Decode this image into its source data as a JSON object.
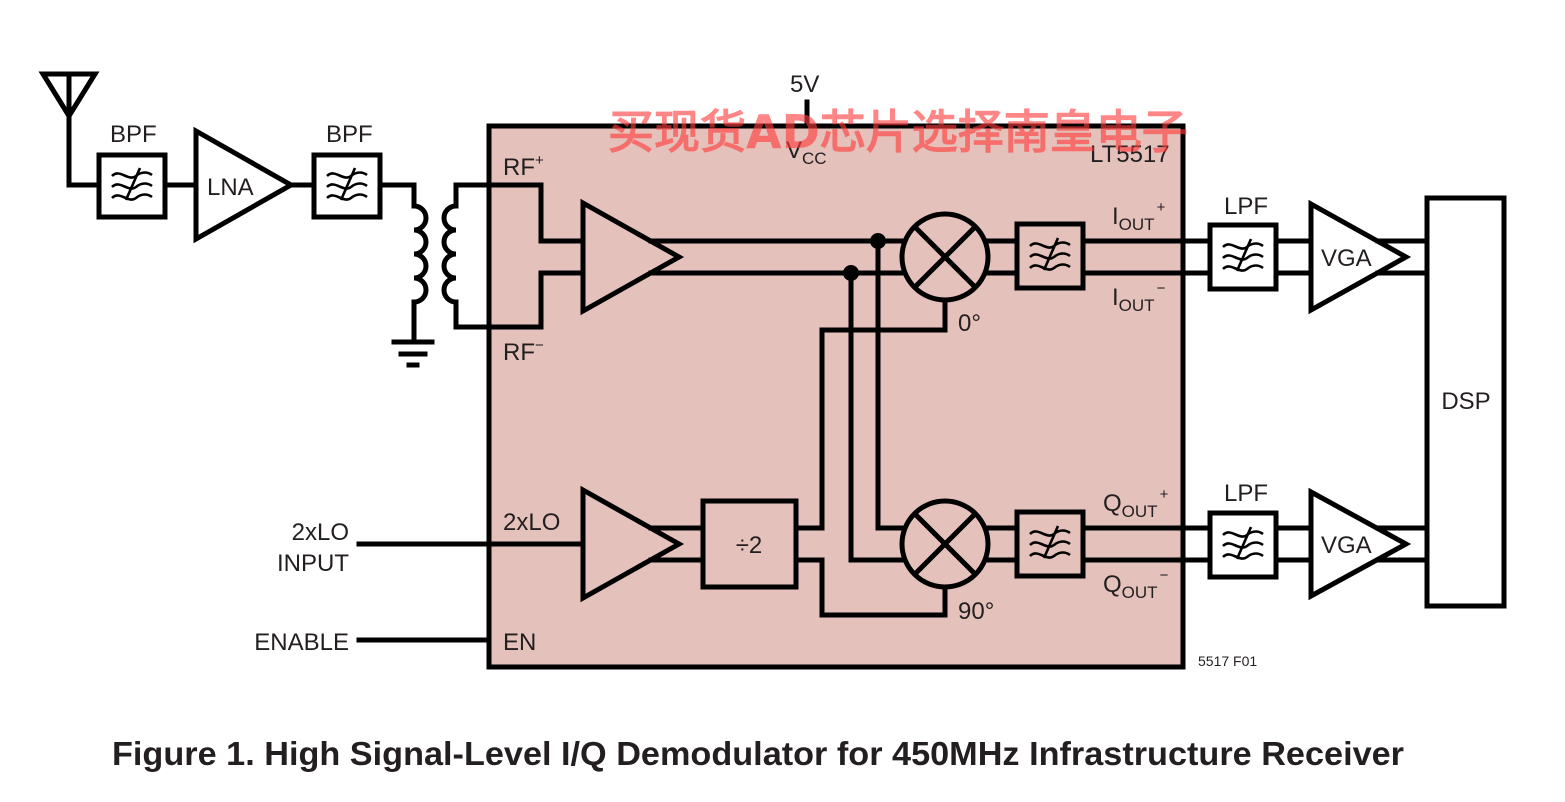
{
  "figure": {
    "caption": "Figure 1. High Signal-Level I/Q Demodulator for 450MHz Infrastructure Receiver",
    "figure_code": "5517 F01",
    "watermark": "买现货AD芯片选择南皇电子"
  },
  "colors": {
    "chip_fill": "#e4c1bb",
    "line": "#000000",
    "watermark": "#ff3b3b"
  },
  "front_end": {
    "antenna": "antenna-icon",
    "bpf1_label": "BPF",
    "lna_label": "LNA",
    "bpf2_label": "BPF",
    "transformer": "transformer-icon",
    "ground": "ground-icon"
  },
  "chip": {
    "part_number": "LT5517",
    "supply_voltage": "5V",
    "vcc_label": "V",
    "vcc_sub": "CC",
    "rf_plus": "RF",
    "rf_plus_sup": "+",
    "rf_minus": "RF",
    "rf_minus_sup": "−",
    "lo_pin": "2xLO",
    "en_pin": "EN",
    "divider_label": "÷2",
    "phase_i": "0°",
    "phase_q": "90°",
    "iout_plus": {
      "main": "I",
      "sub": "OUT",
      "sup": "+"
    },
    "iout_minus": {
      "main": "I",
      "sub": "OUT",
      "sup": "−"
    },
    "qout_plus": {
      "main": "Q",
      "sub": "OUT",
      "sup": "+"
    },
    "qout_minus": {
      "main": "Q",
      "sub": "OUT",
      "sup": "−"
    }
  },
  "inputs": {
    "lo_line1": "2xLO",
    "lo_line2": "INPUT",
    "enable": "ENABLE"
  },
  "back_end": {
    "lpf_i_label": "LPF",
    "lpf_q_label": "LPF",
    "vga_i_label": "VGA",
    "vga_q_label": "VGA",
    "dsp_label": "DSP"
  }
}
